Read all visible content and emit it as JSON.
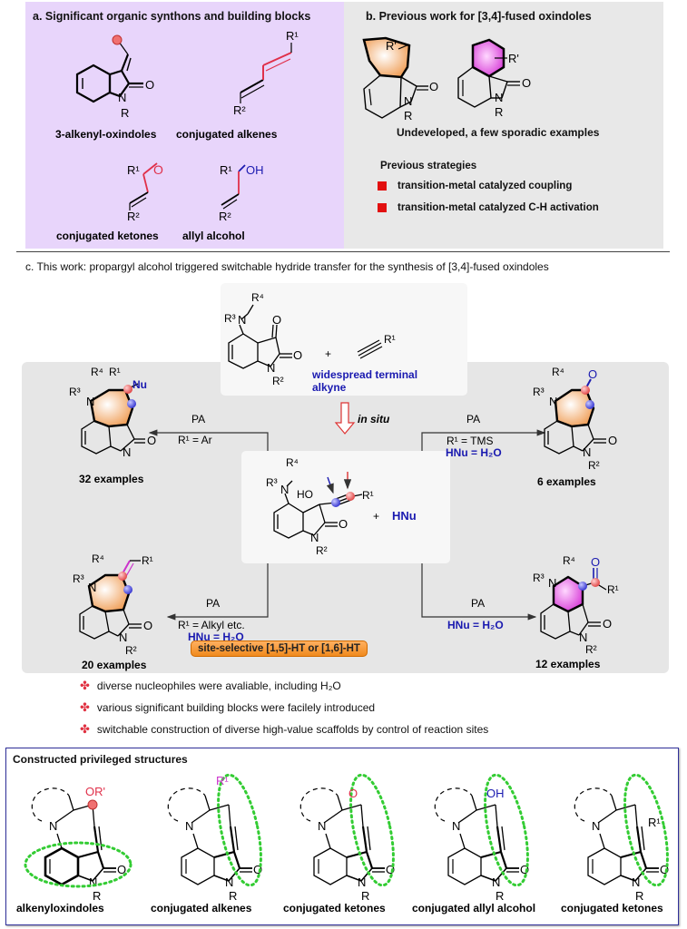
{
  "panel_a": {
    "title": "a. Significant organic synthons and building blocks",
    "items": [
      {
        "label": "3-alkenyl-oxindoles"
      },
      {
        "label": "conjugated alkenes"
      },
      {
        "label": "conjugated ketones"
      },
      {
        "label": "allyl alcohol"
      }
    ],
    "atoms": {
      "R": "R",
      "R1": "R¹",
      "R2": "R²",
      "O": "O",
      "OH": "OH",
      "N": "N"
    }
  },
  "panel_b": {
    "title": "b. Previous work for [3,4]-fused oxindoles",
    "caption": "Undeveloped, a few sporadic examples",
    "strategies_title": "Previous strategies",
    "strategies": [
      "transition-metal catalyzed coupling",
      "transition-metal catalyzed C-H activation"
    ],
    "atoms": {
      "Rp": "R'",
      "R": "R",
      "N": "N",
      "O": "O"
    }
  },
  "panel_c": {
    "title": "c. This work: propargyl alcohol triggered switchable hydride transfer for the synthesis of [3,4]-fused oxindoles",
    "starting": {
      "plus": "+",
      "alkyne_label_1": "widespread terminal",
      "alkyne_label_2": "alkyne"
    },
    "in_situ": "in situ",
    "intermediate": {
      "ho": "HO",
      "plus": "+",
      "hnu": "HNu"
    },
    "routes": [
      {
        "reagent": "PA",
        "cond1": "R¹ = Ar",
        "cond2": "",
        "examples": "32 examples"
      },
      {
        "reagent": "PA",
        "cond1": "R¹ = TMS",
        "cond2": "HNu = H₂O",
        "examples": "6 examples"
      },
      {
        "reagent": "PA",
        "cond1": "R¹ = Alkyl etc.",
        "cond2": "HNu = H₂O",
        "examples": "20 examples"
      },
      {
        "reagent": "PA",
        "cond1": "",
        "cond2": "HNu = H₂O",
        "examples": "12 examples"
      }
    ],
    "selectivity_badge": "site-selective [1,5]-HT or [1,6]-HT",
    "highlights": [
      "diverse nucleophiles were avaliable, including H₂O",
      "various significant building blocks were facilely introduced",
      "switchable construction of diverse high-value scaffolds by control of reaction sites"
    ],
    "atoms": {
      "R1": "R¹",
      "R2": "R²",
      "R3": "R³",
      "R4": "R⁴",
      "N": "N",
      "O": "O",
      "Nu": "Nu"
    }
  },
  "constructed": {
    "title": "Constructed privileged structures",
    "items": [
      {
        "label": "alkenyloxindoles",
        "sub": "OR'"
      },
      {
        "label": "conjugated alkenes",
        "sub": "R¹"
      },
      {
        "label": "conjugated ketones",
        "sub": "O"
      },
      {
        "label": "conjugated allyl alcohol",
        "sub": "OH"
      },
      {
        "label": "conjugated ketones",
        "sub": "R¹"
      }
    ]
  },
  "colors": {
    "panel_a_bg": "#e8d5fb",
    "panel_b_bg": "#e8e8e8",
    "accent_red": "#e21010",
    "accent_blue": "#1a1ab0",
    "ring_orange": "#f0a05a",
    "ring_magenta": "#e060e0",
    "highlight_green": "#33cc33"
  }
}
